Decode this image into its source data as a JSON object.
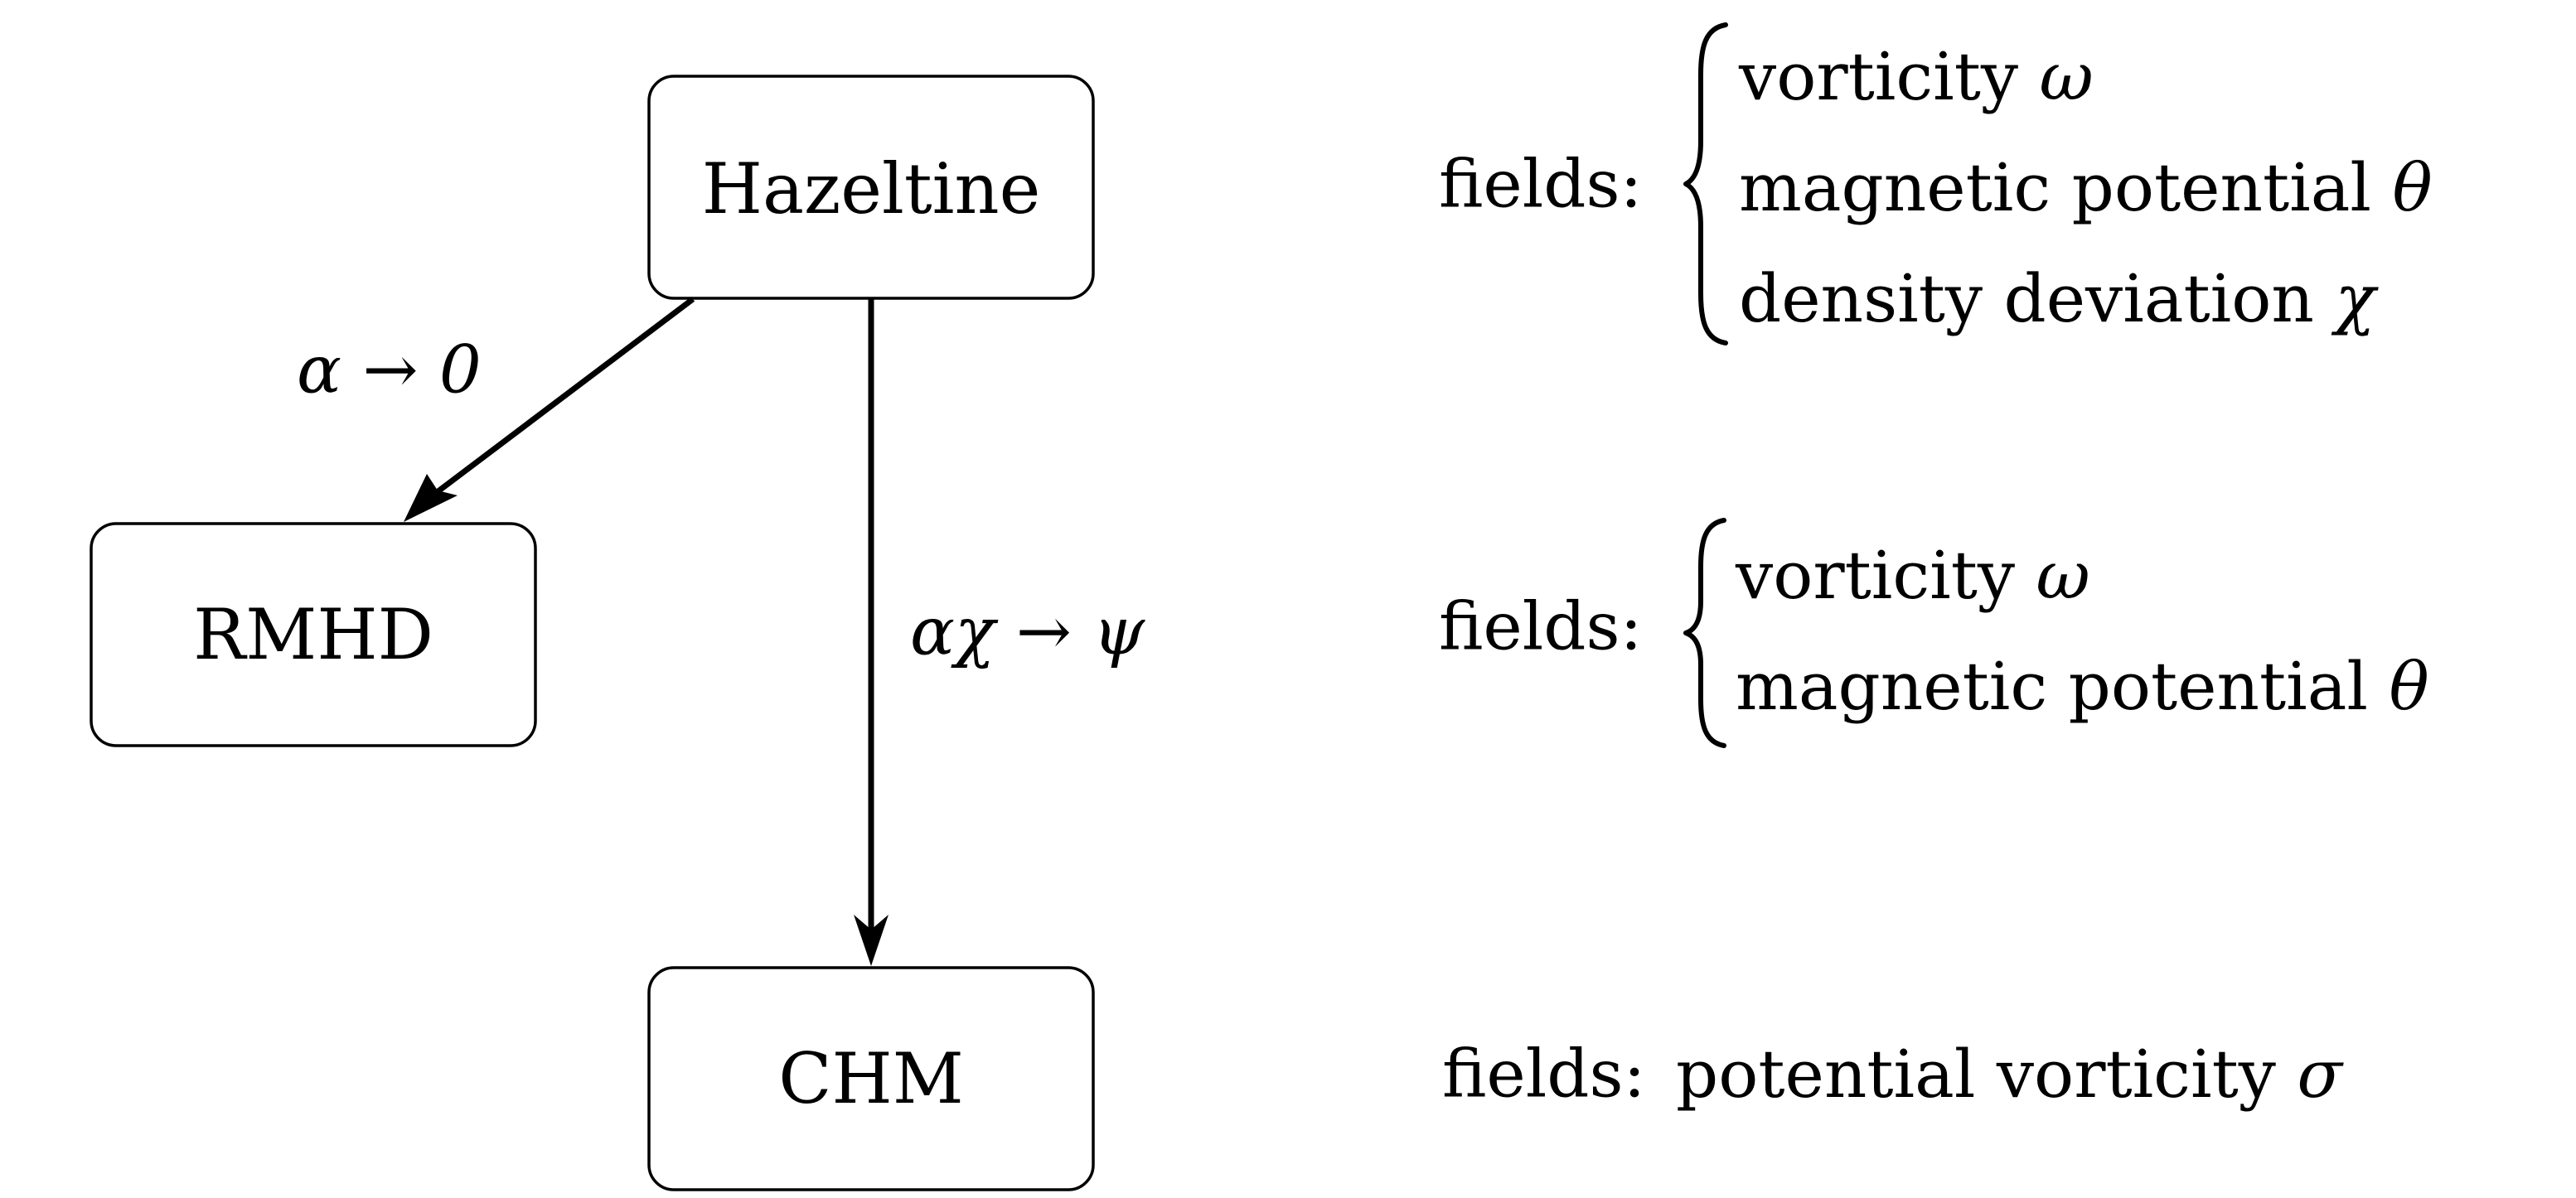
{
  "nodes": [
    {
      "id": "hazeltine",
      "label": "Hazeltine"
    },
    {
      "id": "rmhd",
      "label": "RMHD"
    },
    {
      "id": "chm",
      "label": "CHM"
    }
  ],
  "edges": [
    {
      "from": "hazeltine",
      "to": "rmhd",
      "label": "α → 0"
    },
    {
      "from": "hazeltine",
      "to": "chm",
      "label": "αχ → ψ"
    }
  ],
  "fields": [
    {
      "node": "hazeltine",
      "label": "fields:",
      "items": [
        {
          "text": "vorticity",
          "symbol": "ω"
        },
        {
          "text": "magnetic potential",
          "symbol": "θ"
        },
        {
          "text": "density deviation",
          "symbol": "χ"
        }
      ]
    },
    {
      "node": "rmhd",
      "label": "fields:",
      "items": [
        {
          "text": "vorticity",
          "symbol": "ω"
        },
        {
          "text": "magnetic potential",
          "symbol": "θ"
        }
      ]
    },
    {
      "node": "chm",
      "label": "fields:",
      "items": [
        {
          "text": "potential vorticity",
          "symbol": "σ"
        }
      ]
    }
  ]
}
